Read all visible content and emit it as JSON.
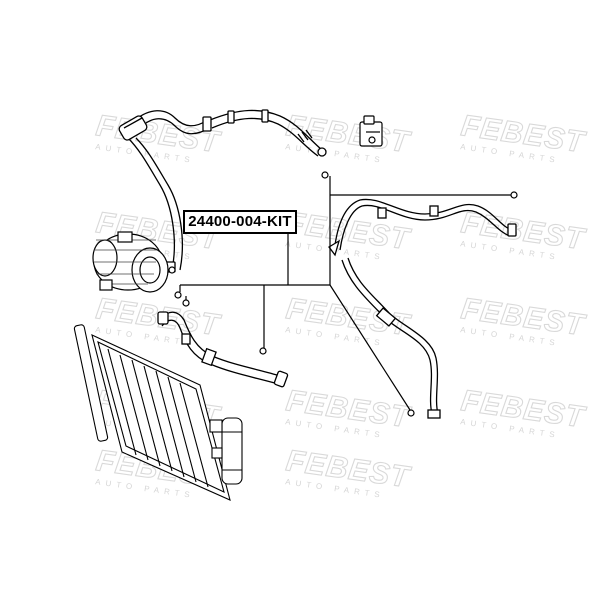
{
  "part_number": "24400-004-KIT",
  "watermark": {
    "brand": "FEBEST",
    "sub": "AUTO PARTS"
  }
}
